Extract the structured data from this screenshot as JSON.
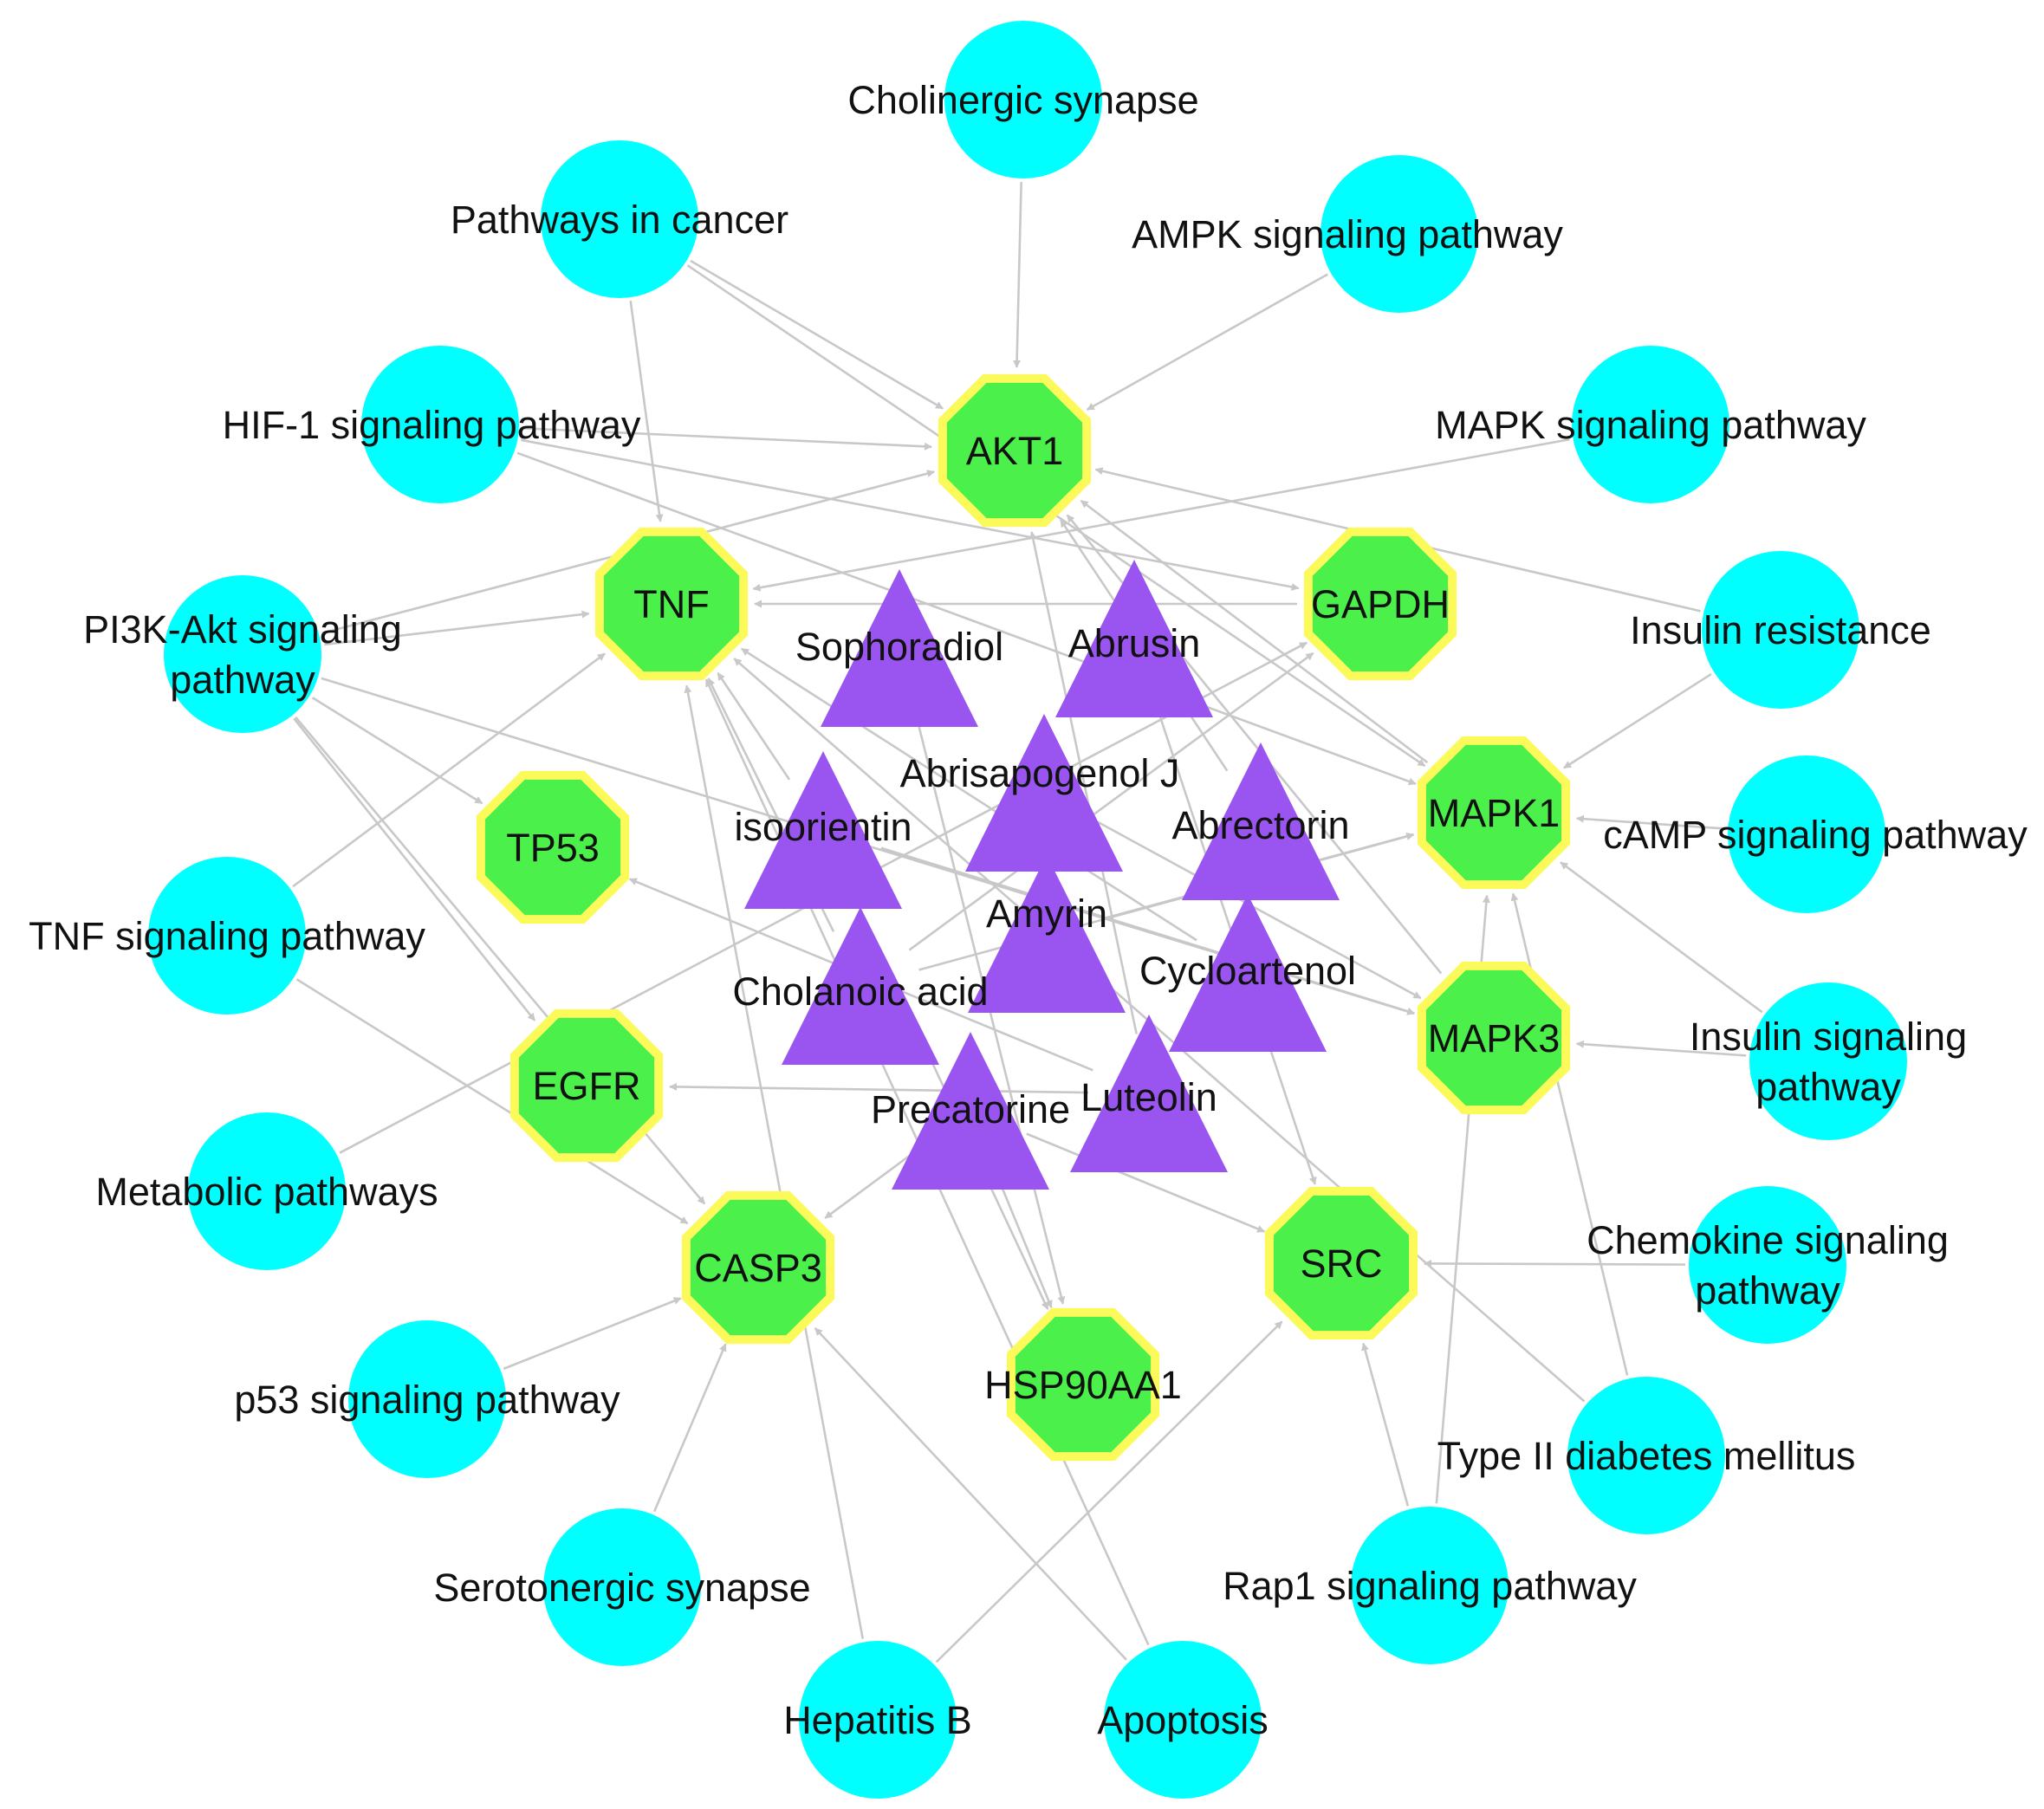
{
  "colors": {
    "pathway": "#00ffff",
    "target_fill": "#4cf04a",
    "target_border": "#fbfa5a",
    "compound": "#9a55f0",
    "edge": "#c8c8c8",
    "label": "#111111"
  },
  "pathways": [
    {
      "id": "p-cholinergic",
      "lines": [
        "Cholinergic synapse"
      ]
    },
    {
      "id": "p-cancer",
      "lines": [
        "Pathways in cancer"
      ]
    },
    {
      "id": "p-ampk",
      "lines": [
        "AMPK signaling pathway"
      ]
    },
    {
      "id": "p-hif1",
      "lines": [
        "HIF-1 signaling pathway"
      ]
    },
    {
      "id": "p-mapk",
      "lines": [
        "MAPK signaling pathway"
      ]
    },
    {
      "id": "p-pi3k",
      "lines": [
        "PI3K-Akt signaling",
        "pathway"
      ]
    },
    {
      "id": "p-insulin-res",
      "lines": [
        "Insulin resistance"
      ]
    },
    {
      "id": "p-camp",
      "lines": [
        "cAMP signaling pathway"
      ]
    },
    {
      "id": "p-tnf",
      "lines": [
        "TNF signaling pathway"
      ]
    },
    {
      "id": "p-insulin-sig",
      "lines": [
        "Insulin signaling",
        "pathway"
      ]
    },
    {
      "id": "p-metabolic",
      "lines": [
        "Metabolic pathways"
      ]
    },
    {
      "id": "p-chemokine",
      "lines": [
        "Chemokine signaling",
        "pathway"
      ]
    },
    {
      "id": "p-p53",
      "lines": [
        "p53 signaling pathway"
      ]
    },
    {
      "id": "p-t2d",
      "lines": [
        "Type II diabetes mellitus"
      ]
    },
    {
      "id": "p-serotonergic",
      "lines": [
        "Serotonergic synapse"
      ]
    },
    {
      "id": "p-rap1",
      "lines": [
        "Rap1 signaling pathway"
      ]
    },
    {
      "id": "p-hepb",
      "lines": [
        "Hepatitis B"
      ]
    },
    {
      "id": "p-apoptosis",
      "lines": [
        "Apoptosis"
      ]
    }
  ],
  "targets": [
    {
      "id": "t-akt1",
      "label": "AKT1"
    },
    {
      "id": "t-tnf",
      "label": "TNF"
    },
    {
      "id": "t-gapdh",
      "label": "GAPDH"
    },
    {
      "id": "t-tp53",
      "label": "TP53"
    },
    {
      "id": "t-mapk1",
      "label": "MAPK1"
    },
    {
      "id": "t-mapk3",
      "label": "MAPK3"
    },
    {
      "id": "t-egfr",
      "label": "EGFR"
    },
    {
      "id": "t-casp3",
      "label": "CASP3"
    },
    {
      "id": "t-src",
      "label": "SRC"
    },
    {
      "id": "t-hsp90aa1",
      "label": "HSP90AA1"
    }
  ],
  "compounds": [
    {
      "id": "c-sophoradiol",
      "label": "Sophoradiol"
    },
    {
      "id": "c-abrusin",
      "label": "Abrusin"
    },
    {
      "id": "c-abrisapogenol",
      "label": "Abrisapogenol J"
    },
    {
      "id": "c-isoorientin",
      "label": "isoorientin"
    },
    {
      "id": "c-abrectorin",
      "label": "Abrectorin"
    },
    {
      "id": "c-amyrin",
      "label": "Amyrin"
    },
    {
      "id": "c-cholanoic",
      "label": "Cholanoic acid"
    },
    {
      "id": "c-cycloartenol",
      "label": "Cycloartenol"
    },
    {
      "id": "c-precatorine",
      "label": "Precatorine"
    },
    {
      "id": "c-luteolin",
      "label": "Luteolin"
    }
  ],
  "edges": [
    [
      "p-cholinergic",
      "t-akt1"
    ],
    [
      "p-cancer",
      "t-akt1"
    ],
    [
      "p-cancer",
      "t-tnf"
    ],
    [
      "p-cancer",
      "t-mapk1"
    ],
    [
      "p-ampk",
      "t-akt1"
    ],
    [
      "p-hif1",
      "t-akt1"
    ],
    [
      "p-hif1",
      "t-gapdh"
    ],
    [
      "p-hif1",
      "t-mapk1"
    ],
    [
      "p-mapk",
      "t-tnf"
    ],
    [
      "p-pi3k",
      "t-akt1"
    ],
    [
      "p-pi3k",
      "t-tnf"
    ],
    [
      "p-pi3k",
      "t-tp53"
    ],
    [
      "p-pi3k",
      "t-egfr"
    ],
    [
      "p-pi3k",
      "t-mapk3"
    ],
    [
      "p-pi3k",
      "t-casp3"
    ],
    [
      "p-insulin-res",
      "t-akt1"
    ],
    [
      "p-insulin-res",
      "t-mapk1"
    ],
    [
      "p-camp",
      "t-mapk1"
    ],
    [
      "p-tnf",
      "t-tnf"
    ],
    [
      "p-tnf",
      "t-casp3"
    ],
    [
      "p-insulin-sig",
      "t-mapk3"
    ],
    [
      "p-insulin-sig",
      "t-mapk1"
    ],
    [
      "p-metabolic",
      "t-gapdh"
    ],
    [
      "p-chemokine",
      "t-src"
    ],
    [
      "p-p53",
      "t-casp3"
    ],
    [
      "p-t2d",
      "t-mapk1"
    ],
    [
      "p-t2d",
      "t-tnf"
    ],
    [
      "p-serotonergic",
      "t-casp3"
    ],
    [
      "p-rap1",
      "t-mapk1"
    ],
    [
      "p-rap1",
      "t-src"
    ],
    [
      "p-hepb",
      "t-tnf"
    ],
    [
      "p-hepb",
      "t-src"
    ],
    [
      "p-apoptosis",
      "t-casp3"
    ],
    [
      "p-apoptosis",
      "t-tnf"
    ],
    [
      "t-gapdh",
      "t-tnf"
    ],
    [
      "t-mapk1",
      "t-akt1"
    ],
    [
      "t-mapk3",
      "t-akt1"
    ],
    [
      "t-akt1",
      "c-abrectorin"
    ],
    [
      "t-akt1",
      "c-luteolin"
    ],
    [
      "t-tnf",
      "c-isoorientin"
    ],
    [
      "t-tnf",
      "c-cycloartenol"
    ],
    [
      "t-tnf",
      "c-cholanoic"
    ],
    [
      "t-tp53",
      "c-luteolin"
    ],
    [
      "t-mapk1",
      "c-amyrin"
    ],
    [
      "t-mapk1",
      "c-cholanoic"
    ],
    [
      "t-mapk3",
      "c-abrisapogenol"
    ],
    [
      "t-mapk3",
      "c-isoorientin"
    ],
    [
      "t-egfr",
      "c-gapdh-none"
    ],
    [
      "t-egfr",
      "c-luteolin"
    ],
    [
      "t-casp3",
      "c-precatorine"
    ],
    [
      "t-src",
      "c-precatorine"
    ],
    [
      "t-src",
      "c-abrusin"
    ],
    [
      "t-hsp90aa1",
      "c-precatorine"
    ],
    [
      "t-hsp90aa1",
      "c-sophoradiol"
    ],
    [
      "t-hsp90aa1",
      "c-isoorientin"
    ],
    [
      "t-gapdh",
      "c-cholanoic"
    ]
  ]
}
